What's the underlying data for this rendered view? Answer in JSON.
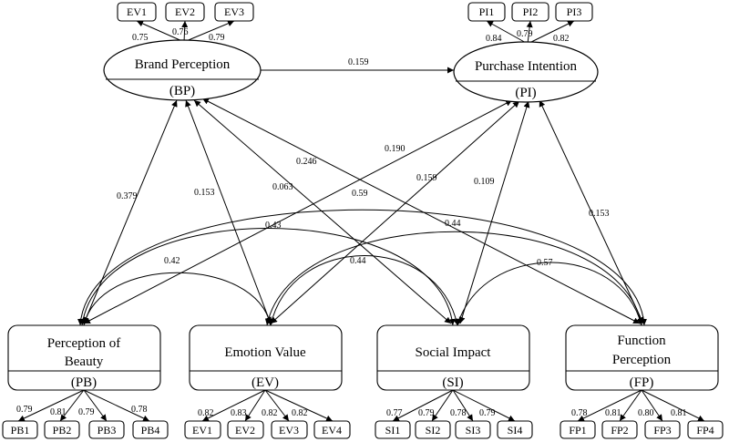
{
  "constructs": {
    "bp": {
      "name": "Brand Perception",
      "abbr": "(BP)"
    },
    "pi": {
      "name": "Purchase Intention",
      "abbr": "(PI)"
    },
    "pb": {
      "name_line1": "Perception of",
      "name_line2": "Beauty",
      "abbr": "(PB)"
    },
    "ev": {
      "name": "Emotion Value",
      "abbr": "(EV)"
    },
    "si": {
      "name": "Social Impact",
      "abbr": "(SI)"
    },
    "fp": {
      "name_line1": "Function",
      "name_line2": "Perception",
      "abbr": "(FP)"
    }
  },
  "indicators": {
    "bp": [
      {
        "label": "EV1",
        "loading": "0.75"
      },
      {
        "label": "EV2",
        "loading": "0.76"
      },
      {
        "label": "EV3",
        "loading": "0.79"
      }
    ],
    "pi": [
      {
        "label": "PI1",
        "loading": "0.84"
      },
      {
        "label": "PI2",
        "loading": "0.79"
      },
      {
        "label": "PI3",
        "loading": "0.82"
      }
    ],
    "pb": [
      {
        "label": "PB1",
        "loading": "0.79"
      },
      {
        "label": "PB2",
        "loading": "0.81"
      },
      {
        "label": "PB3",
        "loading": "0.79"
      },
      {
        "label": "PB4",
        "loading": "0.78"
      }
    ],
    "ev": [
      {
        "label": "EV1",
        "loading": "0.82"
      },
      {
        "label": "EV2",
        "loading": "0.83"
      },
      {
        "label": "EV3",
        "loading": "0.82"
      },
      {
        "label": "EV4",
        "loading": "0.82"
      }
    ],
    "si": [
      {
        "label": "SI1",
        "loading": "0.77"
      },
      {
        "label": "SI2",
        "loading": "0.79"
      },
      {
        "label": "SI3",
        "loading": "0.78"
      },
      {
        "label": "SI4",
        "loading": "0.79"
      }
    ],
    "fp": [
      {
        "label": "FP1",
        "loading": "0.78"
      },
      {
        "label": "FP2",
        "loading": "0.81"
      },
      {
        "label": "FP3",
        "loading": "0.80"
      },
      {
        "label": "FP4",
        "loading": "0.81"
      }
    ]
  },
  "paths": {
    "bp_pi": "0.159",
    "pb_bp": "0.379",
    "ev_bp": "0.153",
    "si_bp": "0.063",
    "fp_bp": "0.246",
    "pb_pi": "0.190",
    "ev_pi": "0.159",
    "si_pi": "0.109",
    "fp_pi": "0.153"
  },
  "correlations": {
    "pb_ev": "0.42",
    "pb_si": "0.43",
    "pb_fp": "0.59",
    "ev_si": "0.44",
    "ev_fp": "0.44",
    "si_fp": "0.57"
  }
}
